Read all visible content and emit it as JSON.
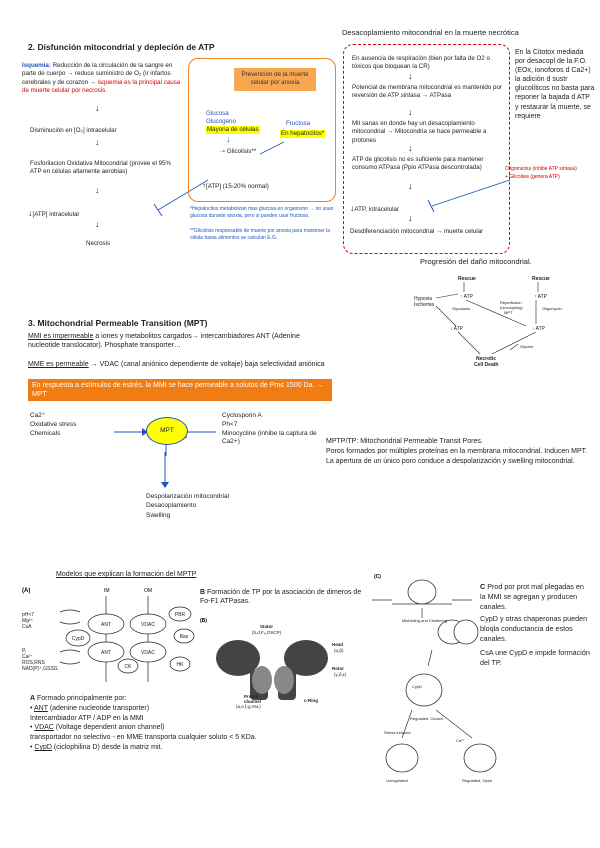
{
  "sec2": {
    "title": "2. Disfunción mitocondrial y depleción de ATP",
    "isquemia_word": "Isquemia:",
    "isquemia_text": " Reducción de la circulación de la sangre en parte de cuerpo → reduce suministro de O₂ (ir infartos cerebrales y de corazon →",
    "isquemia_red": "isquemia es la principal causa de muerte celular por necrosis.",
    "step1": "Disminución en [O₂] intracelular",
    "step2": "Fosforilacion Oxidativa Mitocondrial (provee el 95% ATP en células altamente aerobias)",
    "step3": "[ATP] intracelular",
    "step4": "Necrosis",
    "box": {
      "header": "Prevencion de la muerte celular por anoxia",
      "glucosa": "Glucosa",
      "glucogeno": "Glucogeno",
      "mayoria": "Mayoria de células",
      "fructosa": "Fructosa",
      "en_hepatocitos": "En hepatocitos*",
      "glicolisis": "Glicolisis**",
      "atp_normal": "[ATP] (15-20% normal)",
      "note1": "*Hepatocitos metabolizan mas glucosa en organismo → no usan glucosa durante anoxia, pero si pueden usar fructosa.",
      "note2": "**Glicolisis responsable de muerte por anoxia para mantener la célula hasta alimentos se calculan E.G."
    }
  },
  "desacop": {
    "title": "Desacoplamiento mitocondrial en la muerte necrótica",
    "s1": "En ausencia de respiración (bien por falta de O2 o tóxicos que bloquean la CR)",
    "s2": "Potencial de membrana mitocondrial es mantenido por reversión de ATP sintasa → ATPasa",
    "s3": "Mit sanas en donde hay un desacoplamiento mitocondrial → Mitocondria se hace permeable a protones",
    "s4": "ATP de glicolisis no es suficiente para mantener consumo ATPasa (Ppio ATPasa descontrolada)",
    "s5": "ATP, intracelular",
    "s6": "Desdiferenciación mitocondrial → muerte celular",
    "side": "En la Citotox mediada por desacopl de la F.O. (EOx, ionoforos d Ca2+) la adición d sustr glucolíticos no basta para reponer la bajada d ATP y restaurar la muerte, se requiere",
    "side_red1": "Oligomicina (inhibe ATP sintasa)",
    "side_red2": "+ Glicolisis (genera ATP)"
  },
  "prog": {
    "title": "Progresión del daño mitocondrial.",
    "rescue1": "Rescue",
    "rescue2": "Rescue",
    "hypoxia": "Hypoxia",
    "ischemia": "Ischemia",
    "atp_up1": "↑ ATP",
    "atp_up2": "↑ ATP",
    "atp_dn1": "↓ ATP",
    "atp_dn2": "↓ ATP",
    "glycolysis": "Glycolysis",
    "reperfusion": "Reperfusion",
    "uncoupling": "(Uncoupling)",
    "mpt": "MPT",
    "oligomycin": "Oligomycin",
    "glycine": "Glycine",
    "necrotic": "Necrotic",
    "cell_death": "Cell Death"
  },
  "sec3": {
    "title": "3. Mitochondrial Permeable Transition (MPT)",
    "mmi_label": "MMI es impermeable",
    "mmi_text": " a iones y metabolitos cargados→ intercambiadores ANT (Adenine nucleotide translocator). Phosphate transporter…",
    "mme_label": "MME es permeable",
    "mme_text": " → VDAC (canal aniónico dependiente de voltaje) baja selectividad aniónica",
    "banner": "En respuesta a estímulos de estrés, la MMI se hace permeable a solutos de Pm≤ 1500 Da. → MPT",
    "inducers": [
      "Ca2⁺",
      "Oxidative stress",
      "Chemicals"
    ],
    "center": "MPT",
    "inhibitors": [
      "Cyclosporin A",
      "Ph<7",
      "Minocycline (inhibe la captura de Ca2+)"
    ],
    "effects": [
      "Despolarización mitocondrial",
      "Desacoplamiento",
      "Swelling"
    ],
    "def1": "MPTP/TP: Mitochondrial Permeable Transit Pores.",
    "def2": "Poros formados por múltiples proteínas en la membrana mitocondrial. Inducen MPT.",
    "def3": "La apertura de un único poro conduce a despolarización y swelling mitocondrial."
  },
  "models": {
    "title": "Modelos que explican la formación del MPTP",
    "a_label": "(A)",
    "a_im": "IM",
    "a_om": "OM",
    "a_left1": [
      "pH<7",
      "Mg²⁺",
      "CsA"
    ],
    "a_left2": [
      "Pᵢ",
      "Ca²⁺",
      "ROS,RNS",
      "NAD(P)⁺,GSSG"
    ],
    "a_proteins": [
      "ANT",
      "VDAC",
      "PBR",
      "CypD",
      "ANT",
      "VDAC",
      "Bax",
      "CK",
      "HK"
    ],
    "a_caption_lead": "A",
    "a_caption_1": " Formado principalmente por:",
    "a_caption_ant": "ANT",
    "a_caption_ant_rest": " (adenine nucleotide transporter)",
    "a_caption_2": "Intercambiador ATP / ADP en la MMI",
    "a_caption_vdac": "VDAC",
    "a_caption_vdac_rest": " (Voltage dependent anion channel)",
    "a_caption_3": "transportador no selectivo - en MME transporta cualquier soluto < 5 KDa.",
    "a_caption_cypd": "CypD",
    "a_caption_cypd_rest": " (ciclophilina D) desde la matriz mit.",
    "b_lead": "B",
    "b_text": " Formación de TP por la asociación de dimeros de Fo-F1 ATPasas.",
    "b_label": "(B)",
    "b_stator": "Stator",
    "b_stator_sub": "(b,d,F₆,OSCP)",
    "b_head": "Head",
    "b_head_sub": "(α,β)",
    "b_rotor": "Rotor",
    "b_rotor_sub": "(γ,δ,ε)",
    "b_proton": "Proton",
    "b_channel": "channel",
    "b_channel_sub": "(a,e,f,g,A6L)",
    "b_cring": "c-Ring",
    "c_label": "(C)",
    "c_lead": "C",
    "c_text": " Prod por prot mal plegadas en la MMI se agregan y producen canales.",
    "c_text2": "CypD y otras chaperonas pueden bloqla conductancia de estos canales.",
    "c_text3": "CsA une CypD e impide formación del TP.",
    "c_misfold": "Misfolding and Clustering",
    "c_regclosed": "Regulated, Closed",
    "c_stress": "Stress induced",
    "c_unreg": "Unregulated",
    "c_regopen": "Regulated, Open",
    "c_cypd": "CypD",
    "c_ca": "Ca²⁺"
  },
  "colors": {
    "red": "#cc0000",
    "orange": "#f07d14",
    "yellow": "#ffff00",
    "blue": "#2255bb"
  }
}
